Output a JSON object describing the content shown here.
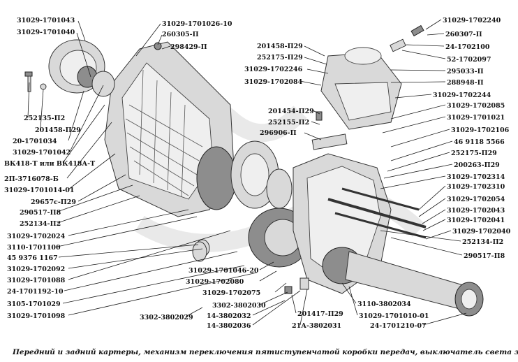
{
  "caption": "Передний и задний картеры, механизм переключения пятиступенчатой коробки передач, выключатель света заднего хода",
  "labels": [
    "31029-1701043",
    "31029-1701040",
    "31029-1701026-10",
    "260305-П",
    "298429-П",
    "201458-П29",
    "252175-П29",
    "31029-1702246",
    "31029-1702084",
    "31029-1702240",
    "260307-П",
    "24-1702100",
    "52-1702097",
    "295033-П",
    "288948-П",
    "31029-1702244",
    "252135-П2",
    "201458-П29",
    "20-1701034",
    "31029-1701042",
    "ВК418-Т или ВК418А-Т",
    "2П-3716078-Б",
    "31029-1701014-01",
    "29657с-П29",
    "290517-П8",
    "252134-П2",
    "31029-1702024",
    "3110-1701100",
    "45 9376 1167",
    "31029-1702092",
    "31029-1701088",
    "24-1701192-10",
    "3105-1701029",
    "31029-1701098",
    "201454-П29",
    "252155-П2",
    "296906-П",
    "31029-1702085",
    "31029-1701021",
    "31029-1702106",
    "46 9118 5566",
    "252175-П29",
    "200263-П29",
    "31029-1702314",
    "31029-1702310",
    "31029-1702054",
    "31029-1702043",
    "31029-1702041",
    "31029-1702040",
    "252134-П2",
    "290517-П8",
    "31029-1701046-20",
    "31029-1702080",
    "31029-1702075",
    "3302-3802030",
    "3302-3802029",
    "14-3802032",
    "14-3802036",
    "201417-П29",
    "21А-3802031",
    "3110-3802034",
    "31029-1701010-01",
    "24-1701210-07"
  ]
}
